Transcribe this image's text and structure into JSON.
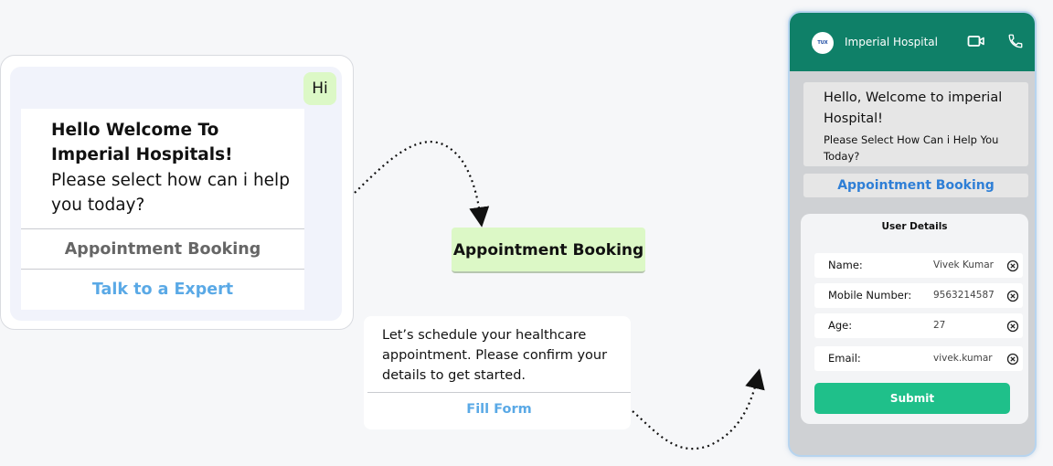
{
  "chat_card": {
    "user_message": "Hi",
    "bot_title": "Hello Welcome To Imperial Hospitals!",
    "bot_body": "Please select how can i help you today?",
    "options": [
      "Appointment Booking",
      "Talk to a Expert"
    ]
  },
  "selected_chip": "Appointment Booking",
  "schedule_message": {
    "text": "Let’s schedule your healthcare appointment. Please confirm your details to get started.",
    "button": "Fill Form"
  },
  "phone": {
    "logo_text": "TUX",
    "hospital_name": "Imperial Hospital",
    "welcome_title": "Hello, Welcome to imperial Hospital!",
    "welcome_sub": "Please Select How Can i Help You Today?",
    "appointment_button": "Appointment Booking",
    "form": {
      "title": "User Details",
      "fields": [
        {
          "label": "Name:",
          "value": "Vivek Kumar"
        },
        {
          "label": "Mobile Number:",
          "value": "9563214587"
        },
        {
          "label": "Age:",
          "value": "27"
        },
        {
          "label": "Email:",
          "value": "vivek.kumar"
        }
      ],
      "submit": "Submit"
    }
  },
  "colors": {
    "header_green": "#0f8068",
    "bubble_green": "#dcf8c6",
    "link_blue": "#5aa9e6",
    "submit_green": "#1fc08a"
  }
}
